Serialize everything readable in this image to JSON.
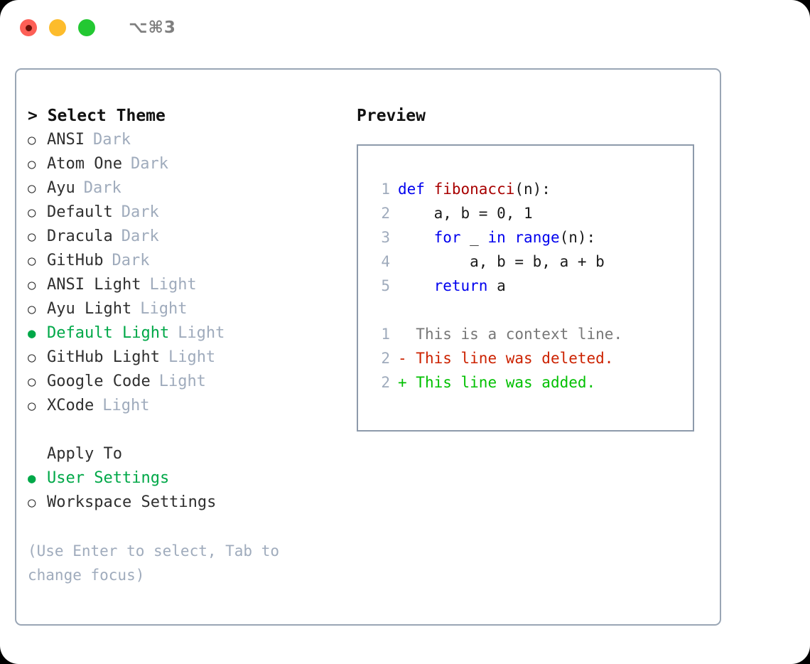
{
  "titlebar": {
    "shortcut": "⌥⌘3",
    "buttons": [
      {
        "name": "close",
        "color": "#fd5f56"
      },
      {
        "name": "minimize",
        "color": "#fdbc2c"
      },
      {
        "name": "maximize",
        "color": "#23c832"
      }
    ]
  },
  "theme_picker": {
    "title": "> Select Theme",
    "selected_marker": "●",
    "unselected_marker": "○",
    "options": [
      {
        "label": "ANSI",
        "tag": "Dark",
        "selected": false
      },
      {
        "label": "Atom One",
        "tag": "Dark",
        "selected": false
      },
      {
        "label": "Ayu",
        "tag": "Dark",
        "selected": false
      },
      {
        "label": "Default",
        "tag": "Dark",
        "selected": false
      },
      {
        "label": "Dracula",
        "tag": "Dark",
        "selected": false
      },
      {
        "label": "GitHub",
        "tag": "Dark",
        "selected": false
      },
      {
        "label": "ANSI Light",
        "tag": "Light",
        "selected": false
      },
      {
        "label": "Ayu Light",
        "tag": "Light",
        "selected": false
      },
      {
        "label": "Default Light",
        "tag": "Light",
        "selected": true
      },
      {
        "label": "GitHub Light",
        "tag": "Light",
        "selected": false
      },
      {
        "label": "Google Code",
        "tag": "Light",
        "selected": false
      },
      {
        "label": "XCode",
        "tag": "Light",
        "selected": false
      }
    ]
  },
  "apply_to": {
    "title": "Apply To",
    "options": [
      {
        "label": "User Settings",
        "selected": true
      },
      {
        "label": "Workspace Settings",
        "selected": false
      }
    ]
  },
  "hint": "(Use Enter to select, Tab to change focus)",
  "preview": {
    "label": "Preview",
    "code_lines": [
      {
        "number": "1",
        "segments": [
          {
            "text": "def ",
            "style": "kw"
          },
          {
            "text": "fibonacci",
            "style": "fn"
          },
          {
            "text": "(n):",
            "style": "pl"
          }
        ]
      },
      {
        "number": "2",
        "segments": [
          {
            "text": "    a, b = 0, 1",
            "style": "pl"
          }
        ]
      },
      {
        "number": "3",
        "segments": [
          {
            "text": "    ",
            "style": "pl"
          },
          {
            "text": "for",
            "style": "kw"
          },
          {
            "text": " _ ",
            "style": "pl"
          },
          {
            "text": "in",
            "style": "kw"
          },
          {
            "text": " ",
            "style": "pl"
          },
          {
            "text": "range",
            "style": "kw"
          },
          {
            "text": "(n):",
            "style": "pl"
          }
        ]
      },
      {
        "number": "4",
        "segments": [
          {
            "text": "        a, b = b, a + b",
            "style": "pl"
          }
        ]
      },
      {
        "number": "5",
        "segments": [
          {
            "text": "    ",
            "style": "pl"
          },
          {
            "text": "return",
            "style": "kw"
          },
          {
            "text": " a",
            "style": "pl"
          }
        ]
      }
    ],
    "diff_lines": [
      {
        "number": "1",
        "marker": " ",
        "text": " This is a context line.",
        "kind": "ctx"
      },
      {
        "number": "2",
        "marker": "-",
        "text": " This line was deleted.",
        "kind": "del"
      },
      {
        "number": "2",
        "marker": "+",
        "text": " This line was added.",
        "kind": "add"
      }
    ]
  },
  "colors": {
    "accent_green": "#00a848",
    "diff_add": "#00c000",
    "diff_del": "#cc2200",
    "keyword": "#0000ee",
    "function": "#a80000",
    "muted": "#9fabbc",
    "border": "#9aa6b5"
  }
}
